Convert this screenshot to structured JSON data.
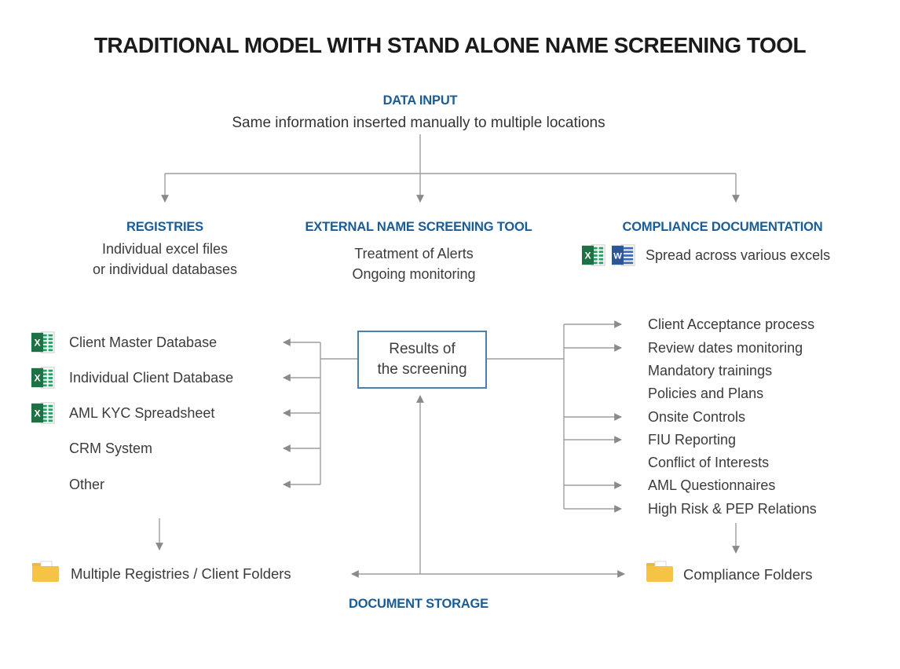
{
  "page": {
    "title": "TRADITIONAL MODEL WITH STAND ALONE NAME SCREENING TOOL"
  },
  "colors": {
    "accent_blue": "#1b5c96",
    "line_gray": "#9e9e9e",
    "text_dark": "#3b3b3b",
    "box_border": "#4d7ea8",
    "excel_green": "#1e7145",
    "excel_row_green": "#21a366",
    "word_blue": "#2b5797",
    "folder_yellow": "#f6c445"
  },
  "data_input": {
    "label": "DATA INPUT",
    "description": "Same information inserted manually to multiple locations"
  },
  "columns": {
    "registries": {
      "label": "REGISTRIES",
      "line1": "Individual excel files",
      "line2": "or individual databases"
    },
    "screening_tool": {
      "label": "EXTERNAL NAME SCREENING TOOL",
      "line1": "Treatment of Alerts",
      "line2": "Ongoing monitoring"
    },
    "compliance": {
      "label": "COMPLIANCE DOCUMENTATION",
      "icons": [
        "excel-icon",
        "word-icon"
      ],
      "text": "Spread across various excels"
    }
  },
  "screening_box": {
    "line1": "Results of",
    "line2": "the screening"
  },
  "left_list": {
    "items": [
      {
        "label": "Client Master Database",
        "icon": "excel-icon"
      },
      {
        "label": "Individual Client Database",
        "icon": "excel-icon"
      },
      {
        "label": "AML KYC Spreadsheet",
        "icon": "excel-icon"
      },
      {
        "label": "CRM System",
        "icon": null
      },
      {
        "label": "Other",
        "icon": null
      }
    ]
  },
  "right_list": {
    "items": [
      {
        "label": "Client Acceptance process",
        "arrow": true
      },
      {
        "label": "Review dates monitoring",
        "arrow": true
      },
      {
        "label": "Mandatory trainings",
        "arrow": false
      },
      {
        "label": "Policies and Plans",
        "arrow": false
      },
      {
        "label": "Onsite Controls",
        "arrow": true
      },
      {
        "label": "FIU Reporting",
        "arrow": true
      },
      {
        "label": "Conflict of Interests",
        "arrow": false
      },
      {
        "label": "AML Questionnaires",
        "arrow": true
      },
      {
        "label": "High Risk & PEP Relations",
        "arrow": true
      }
    ]
  },
  "storage": {
    "label": "DOCUMENT STORAGE",
    "left_folder": {
      "label": "Multiple Registries / Client Folders",
      "icon": "folder-icon"
    },
    "right_folder": {
      "label": "Compliance Folders",
      "icon": "folder-icon"
    }
  }
}
